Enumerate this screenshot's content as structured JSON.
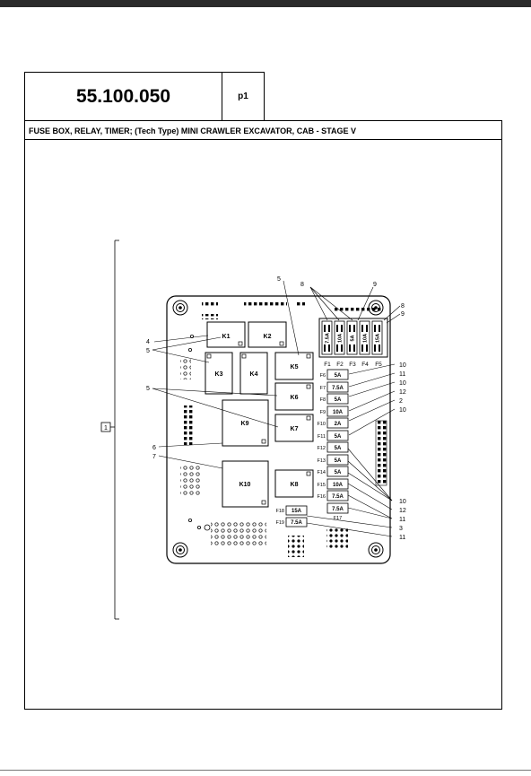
{
  "doc": {
    "code": "55.100.050",
    "page": "p1",
    "title": "FUSE BOX, RELAY, TIMER; (Tech Type) MINI CRAWLER EXCAVATOR, CAB - STAGE V"
  },
  "item_marker": "1",
  "relays": {
    "k1": "K1",
    "k2": "K2",
    "k3": "K3",
    "k4": "K4",
    "k5": "K5",
    "k6": "K6",
    "k7": "K7",
    "k8": "K8",
    "k9": "K9",
    "k10": "K10"
  },
  "fuses_top": {
    "f1": "F1",
    "f2": "F2",
    "f3": "F3",
    "f4": "F4",
    "f5": "F5",
    "r1": "7.5A",
    "r2": "10A",
    "r3": "5A",
    "r4": "10A",
    "r5": "15A"
  },
  "fuses_side": {
    "f6": "F6",
    "r6": "5A",
    "f7": "F7",
    "r7": "7.5A",
    "f8": "F8",
    "r8": "5A",
    "f9": "F9",
    "r9": "10A",
    "f10": "F10",
    "r10": "2A",
    "f11": "F11",
    "r11": "5A",
    "f12": "F12",
    "r12": "5A",
    "f13": "F13",
    "r13": "5A",
    "f14": "F14",
    "r14": "5A",
    "f15": "F15",
    "r15": "10A",
    "f16": "F16",
    "r16": "7.5A",
    "f17": "F17",
    "r17": "7.5A",
    "f18": "F18",
    "r18": "15A",
    "f19": "F19",
    "r19": "7.5A"
  },
  "callouts": {
    "c1": "5",
    "c2": "8",
    "c3": "9",
    "c4": "8",
    "c5": "9",
    "c6": "4",
    "c7": "5",
    "c8": "5",
    "c9": "6",
    "c10": "7",
    "r1": "10",
    "r2": "11",
    "r3": "10",
    "r4": "12",
    "r5": "2",
    "r6": "10",
    "r7": "10",
    "r8": "12",
    "r9": "11",
    "r10": "3",
    "r11": "11"
  }
}
